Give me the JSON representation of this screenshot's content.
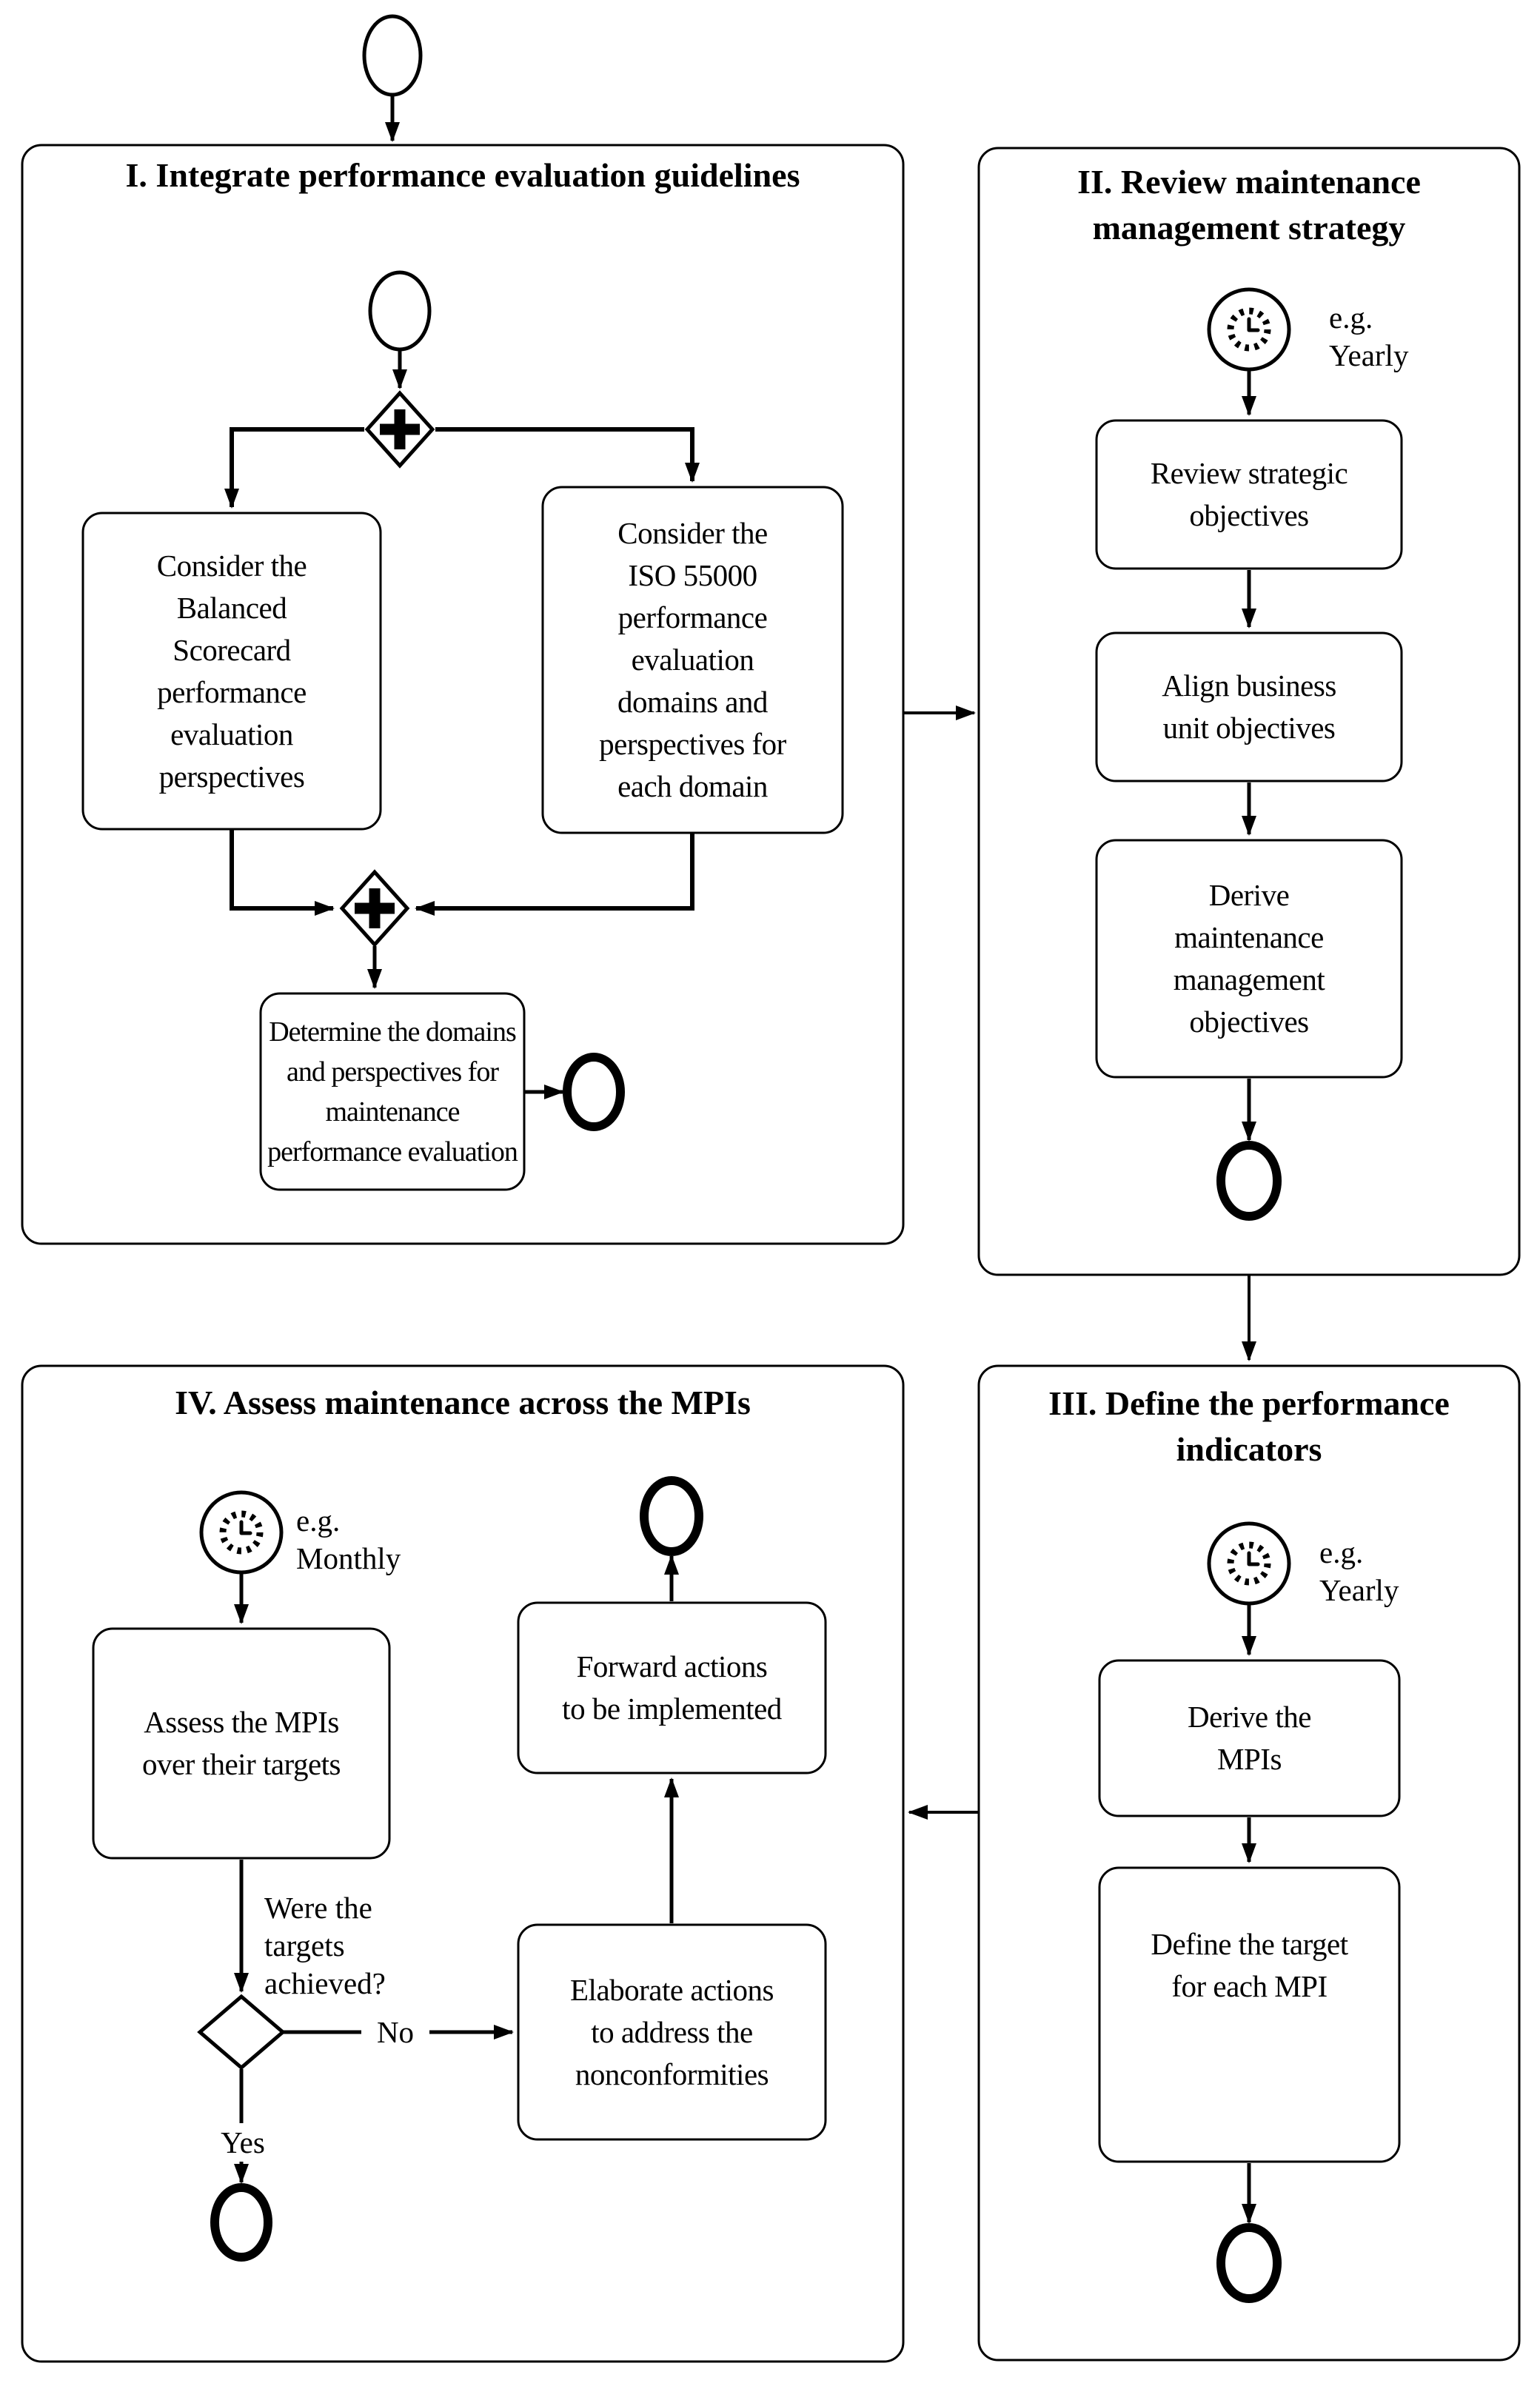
{
  "colors": {
    "ink": "#000000",
    "paper": "#ffffff"
  },
  "icons": {
    "start_event": "thin-circle",
    "end_event": "thick-circle",
    "timer_event": "clock",
    "parallel_gateway": "plus-diamond",
    "exclusive_gateway": "empty-diamond",
    "arrow": "filled-triangle-head"
  },
  "p1": {
    "title": "I. Integrate performance evaluation guidelines",
    "box_bsc": "Consider the\nBalanced\nScorecard\nperformance\nevaluation\nperspectives",
    "box_iso": "Consider the\nISO 55000\nperformance\nevaluation\ndomains and\nperspectives for\neach domain",
    "box_determine": "Determine the domains\nand perspectives for\nmaintenance\nperformance evaluation"
  },
  "p2": {
    "title": "II. Review maintenance\nmanagement strategy",
    "timer_label": "e.g.\nYearly",
    "box_review": "Review strategic\nobjectives",
    "box_align": "Align business\nunit objectives",
    "box_derive": "Derive\nmaintenance\nmanagement\nobjectives"
  },
  "p3": {
    "title": "III. Define the performance\nindicators",
    "timer_label": "e.g.\nYearly",
    "box_derive_mpis": "Derive the\nMPIs",
    "box_define_target": "Define the target\nfor each MPI"
  },
  "p4": {
    "title": "IV. Assess maintenance across the MPIs",
    "timer_label": "e.g.\nMonthly",
    "box_assess": "Assess the MPIs\nover their targets",
    "question": "Were the\ntargets\nachieved?",
    "no_label": "No",
    "yes_label": "Yes",
    "box_elaborate": "Elaborate actions\nto address the\nnonconformities",
    "box_forward": "Forward actions\nto be implemented"
  }
}
